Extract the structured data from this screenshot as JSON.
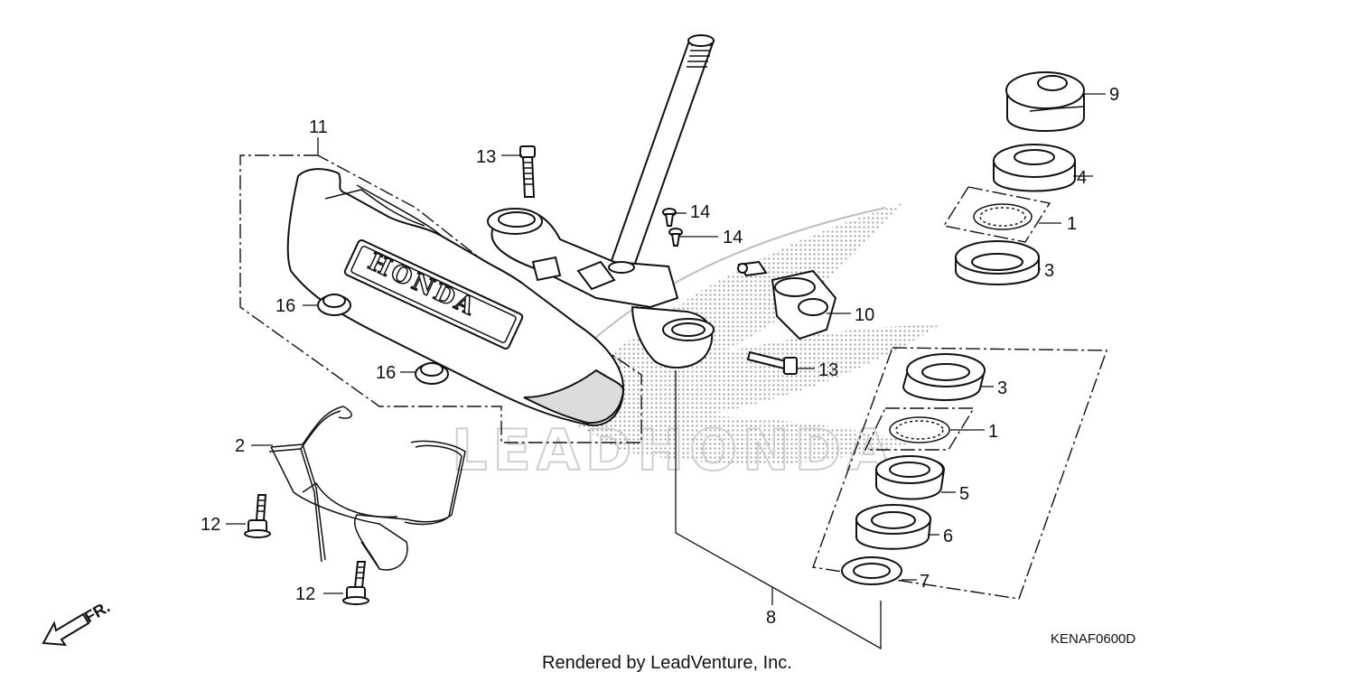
{
  "diagram": {
    "callouts": {
      "c11": "11",
      "c13a": "13",
      "c14a": "14",
      "c14b": "14",
      "c10": "10",
      "c13b": "13",
      "c16a": "16",
      "c16b": "16",
      "c2": "2",
      "c12a": "12",
      "c12b": "12",
      "c8": "8",
      "c9": "9",
      "c4": "4",
      "c1a": "1",
      "c3a": "3",
      "c3b": "3",
      "c1b": "1",
      "c5": "5",
      "c6": "6",
      "c7": "7"
    },
    "emblem_text": "HONDA",
    "direction_marker": "FR.",
    "watermark": "LEADHONDA",
    "diagram_code": "KENAF0600D",
    "footer_credit": "Rendered by LeadVenture, Inc."
  }
}
